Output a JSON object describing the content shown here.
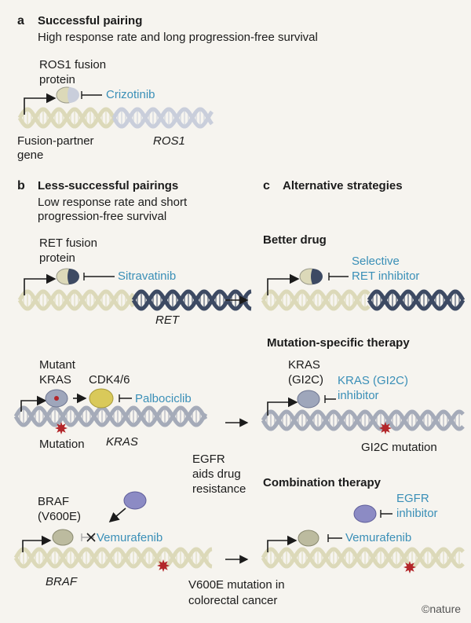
{
  "panel_a": {
    "letter": "a",
    "title": "Successful pairing",
    "subtitle": "High response rate and long progression-free survival",
    "protein_label": [
      "ROS1 fusion",
      "protein"
    ],
    "drug": "Crizotinib",
    "gene_left": [
      "Fusion-partner",
      "gene"
    ],
    "gene_right": "ROS1"
  },
  "panel_b": {
    "letter": "b",
    "title": "Less-successful pairings",
    "subtitle": [
      "Low response rate and short",
      "progression-free survival"
    ],
    "ret": {
      "protein_label": [
        "RET fusion",
        "protein"
      ],
      "drug": "Sitravatinib",
      "gene": "RET"
    },
    "kras": {
      "protein_label": [
        "Mutant",
        "KRAS"
      ],
      "target": "CDK4/6",
      "drug": "Palbociclib",
      "mutation": "Mutation",
      "gene": "KRAS"
    },
    "braf": {
      "protein_label": [
        "BRAF",
        "(V600E)"
      ],
      "egfr_label": [
        "EGFR",
        "aids drug",
        "resistance"
      ],
      "drug": "Vemurafenib",
      "gene": "BRAF",
      "mutation": [
        "V600E mutation in",
        "colorectal cancer"
      ]
    }
  },
  "panel_c": {
    "letter": "c",
    "title": "Alternative strategies",
    "better_drug": {
      "heading": "Better drug",
      "drug": [
        "Selective",
        "RET inhibitor"
      ]
    },
    "mutation_specific": {
      "heading": "Mutation-specific therapy",
      "protein_label": [
        "KRAS",
        "(GI2C)"
      ],
      "drug": [
        "KRAS (GI2C)",
        "inhibitor"
      ],
      "mutation": "GI2C mutation"
    },
    "combination": {
      "heading": "Combination therapy",
      "drug2": [
        "EGFR",
        "inhibitor"
      ],
      "drug": "Vemurafenib"
    }
  },
  "credit": "©nature",
  "colors": {
    "beige": "#dcd9b9",
    "ros1": "#c9cedb",
    "ret": "#3d4a63",
    "kras_dna": "#a5abb9",
    "drug_text": "#3a8fb7",
    "mutation": "#b3262a",
    "cdk": "#d9c95a",
    "egfr": "#8c8bc4"
  }
}
